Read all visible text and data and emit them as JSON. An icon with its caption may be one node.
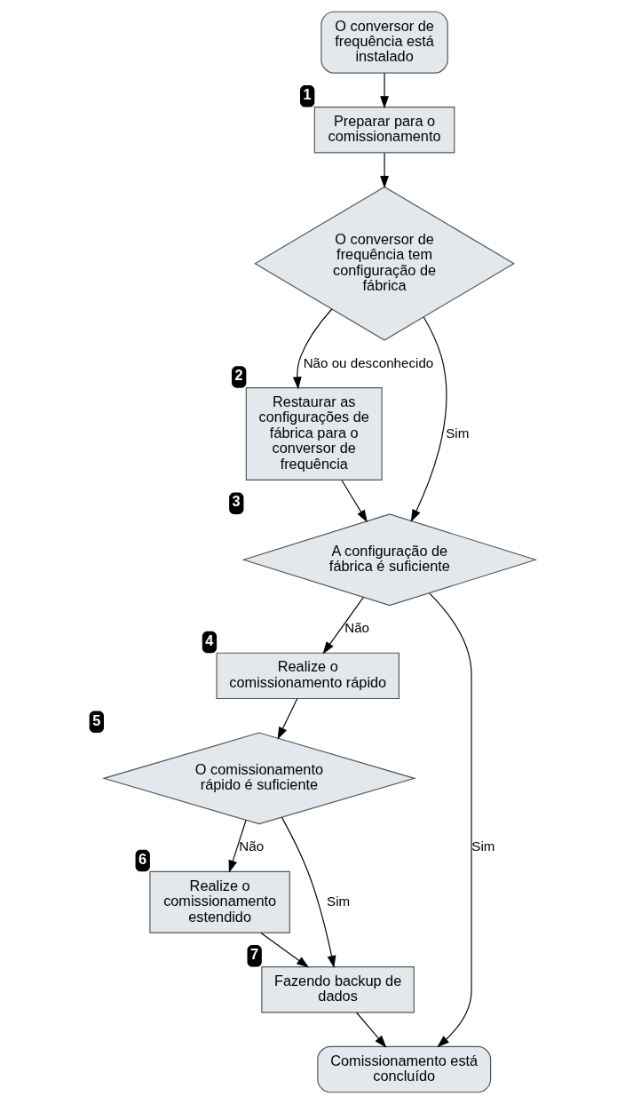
{
  "diagram": {
    "nodes": [
      {
        "text": [
          "O conversor de frequência está instalado"
        ]
      },
      {
        "text": [
          "Preparar para o comissionamento"
        ],
        "beside": [
          "1"
        ]
      },
      {
        "text": [
          "O conversor de frequência tem configuração de fábrica"
        ]
      },
      {
        "text": [
          "Restaurar as configurações de fábrica para o conversor de frequência"
        ],
        "beside": [
          "2"
        ]
      },
      {
        "text": [
          "A configuração de fábrica é suficiente"
        ],
        "beside": [
          "3"
        ]
      },
      {
        "text": [
          "Realize o comissionamento rápido"
        ],
        "beside": [
          "4"
        ]
      },
      {
        "text": [
          "O comissionamento rápido é suficiente"
        ],
        "beside": [
          "5"
        ]
      },
      {
        "text": [
          "Realize o comissionamento estendido"
        ],
        "beside": [
          "6"
        ]
      },
      {
        "text": [
          "Fazendo backup de dados"
        ],
        "beside": [
          "7"
        ]
      },
      {
        "text": [
          "Comissionamento está concluído"
        ]
      }
    ],
    "edges": [
      {
        "from": 0,
        "to": 1,
        "arrow": "to"
      },
      {
        "from": 1,
        "to": 2,
        "arrow": "to"
      },
      {
        "from": 2,
        "to": 3,
        "arrow": "to",
        "label": "Não ou desconhecido"
      },
      {
        "from": 2,
        "to": 4,
        "arrow": "to",
        "label": "Sim"
      },
      {
        "from": 3,
        "to": 4,
        "arrow": "to"
      },
      {
        "from": 4,
        "to": 5,
        "arrow": "to",
        "label": "Não"
      },
      {
        "from": 4,
        "to": 9,
        "arrow": "to",
        "label": "Sim"
      },
      {
        "from": 5,
        "to": 6,
        "arrow": "to"
      },
      {
        "from": 6,
        "to": 7,
        "arrow": "to",
        "label": "Não"
      },
      {
        "from": 6,
        "to": 8,
        "arrow": "to",
        "label": "Sim"
      },
      {
        "from": 7,
        "to": 8,
        "arrow": "to"
      },
      {
        "from": 8,
        "to": 9,
        "arrow": "to"
      }
    ]
  }
}
